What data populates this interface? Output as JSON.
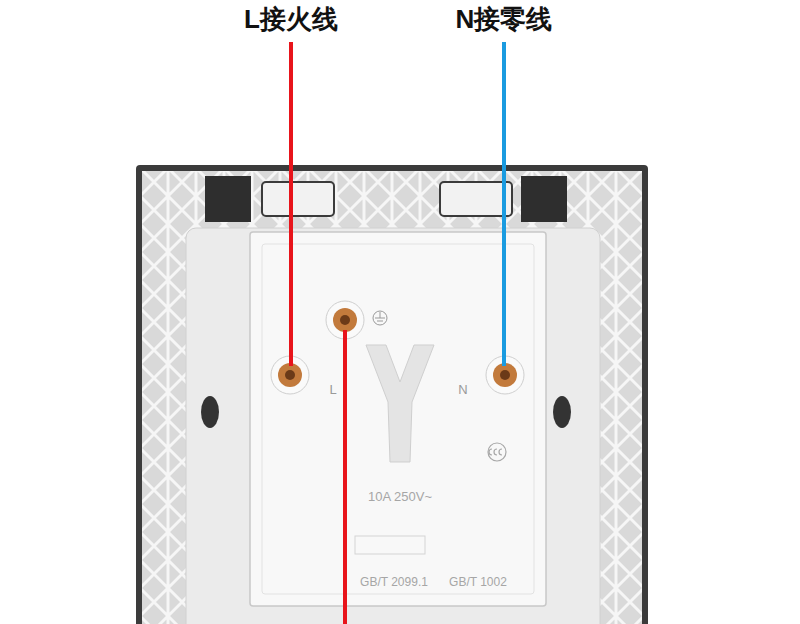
{
  "diagram": {
    "labels": [
      "L接火线",
      "N接零线",
      "L",
      "N",
      "10A 250V~",
      "GB/T 2099.1",
      "GB/T 1002"
    ]
  }
}
